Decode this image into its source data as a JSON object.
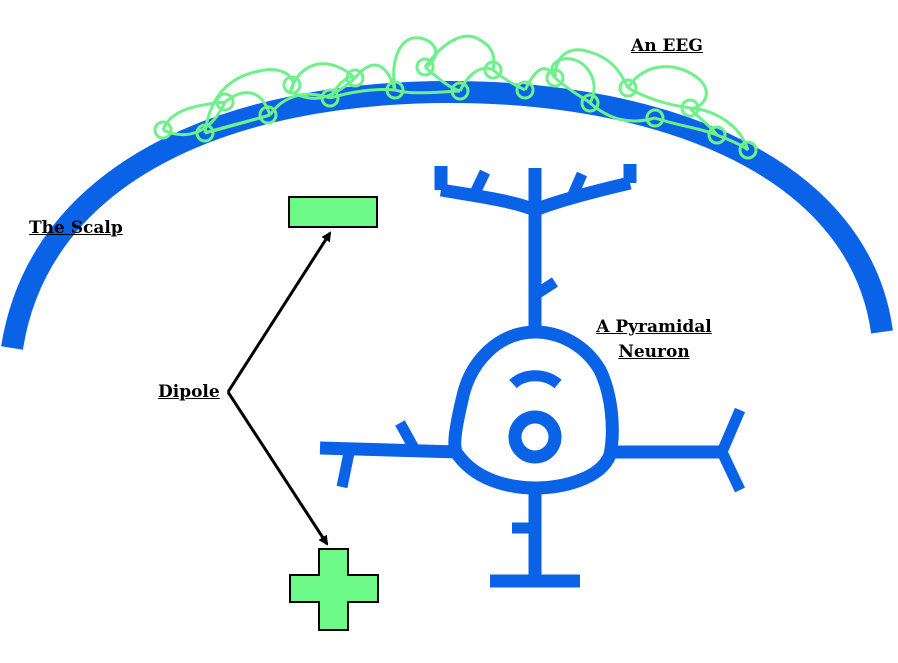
{
  "labels": {
    "eeg": "An EEG",
    "scalp": "The Scalp",
    "dipole": "Dipole",
    "neuron_line1": "A Pyramidal",
    "neuron_line2": "Neuron"
  },
  "colors": {
    "scalp": "#0a63e6",
    "neuron": "#0a63e6",
    "eeg_wires": "#6ef08a",
    "charge_fill": "#6cf987",
    "charge_stroke": "#000000",
    "arrow": "#000000"
  }
}
